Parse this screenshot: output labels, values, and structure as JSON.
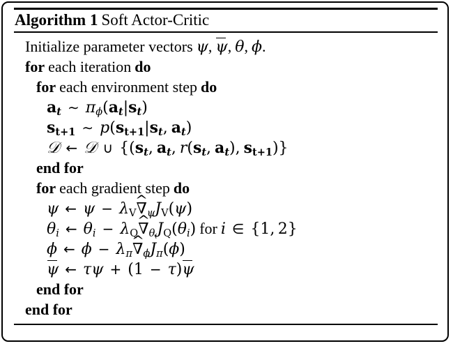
{
  "document": {
    "type": "algorithm-block",
    "title_keyword": "Algorithm 1",
    "title_name": "Soft Actor-Critic"
  },
  "algorithm": {
    "lines": [
      {
        "id": "init",
        "indent": 1,
        "text": "Initialize parameter vectors ψ, ψ̄, θ, φ."
      },
      {
        "id": "for-iter",
        "indent": 1,
        "text": "for each iteration do"
      },
      {
        "id": "for-env",
        "indent": 2,
        "text": "for each environment step do"
      },
      {
        "id": "sample-a",
        "indent": 3,
        "text": "a_t ~ π_φ(a_t|s_t)"
      },
      {
        "id": "sample-s",
        "indent": 3,
        "text": "s_{t+1} ~ p(s_{t+1}|s_t, a_t)"
      },
      {
        "id": "buffer",
        "indent": 3,
        "text": "D ← D ∪ {(s_t, a_t, r(s_t, a_t), s_{t+1})}"
      },
      {
        "id": "end-for-env",
        "indent": 2,
        "text": "end for"
      },
      {
        "id": "for-grad",
        "indent": 2,
        "text": "for each gradient step do"
      },
      {
        "id": "update-psi",
        "indent": 3,
        "text": "ψ ← ψ − λ_V ∇̂_ψ J_V(ψ)"
      },
      {
        "id": "update-theta",
        "indent": 3,
        "text": "θ_i ← θ_i − λ_Q ∇̂_{θ_i} J_Q(θ_i) for i ∈ {1, 2}"
      },
      {
        "id": "update-phi",
        "indent": 3,
        "text": "φ ← φ − λ_π ∇̂_φ J_π(φ)"
      },
      {
        "id": "update-targ",
        "indent": 3,
        "text": "ψ̄ ← τψ + (1 − τ)ψ̄"
      },
      {
        "id": "end-for-grad",
        "indent": 2,
        "text": "end for"
      },
      {
        "id": "end-for-iter",
        "indent": 1,
        "text": "end for"
      }
    ],
    "keywords": {
      "for": "for",
      "do": "do",
      "end_for": "end for",
      "each_iteration": "each iteration",
      "each_environment_step": "each environment step",
      "each_gradient_step": "each gradient step",
      "initialize_prefix": "Initialize parameter vectors",
      "for_i_in": "for"
    },
    "symbols": {
      "psi": "ψ",
      "psi_bar": "ψ̄",
      "theta": "θ",
      "phi": "φ",
      "tau": "τ",
      "lambda": "λ",
      "pi": "π",
      "nabla_hat": "∇̂",
      "arrow_left": "←",
      "sim": "∼",
      "cup": "∪",
      "in": "∈",
      "minus": "−",
      "plus": "+",
      "D": "D"
    },
    "indices": {
      "t": "t",
      "t_plus_1": "t+1",
      "i": "i",
      "V": "V",
      "Q": "Q",
      "one": "1",
      "two": "2"
    }
  },
  "colors": {
    "text": "#000000",
    "background": "#ffffff",
    "rule": "#000000"
  }
}
